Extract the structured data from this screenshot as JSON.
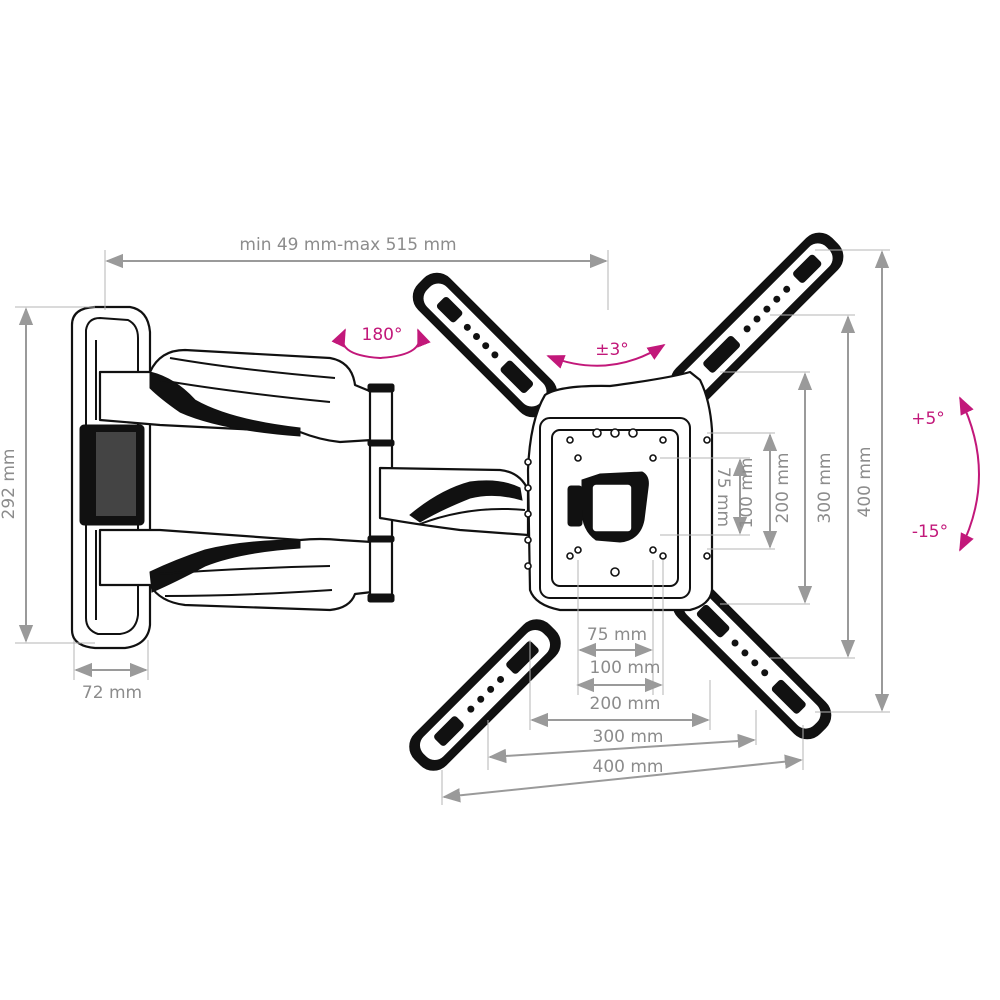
{
  "dimensions": {
    "extension": "min 49 mm-max 515 mm",
    "height": "292 mm",
    "depth": "72 mm",
    "h75": "75 mm",
    "h100": "100 mm",
    "h200": "200 mm",
    "h300": "300 mm",
    "h400": "400 mm",
    "v75": "75 mm",
    "v100": "100 mm",
    "v200": "200 mm",
    "v300": "300 mm",
    "v400": "400 mm"
  },
  "motion": {
    "swivel": "180°",
    "rotation": "±3°",
    "tilt_up": "+5°",
    "tilt_down": "-15°"
  },
  "colors": {
    "accent": "#c2187a",
    "dimension_line": "#9a9a9a",
    "ink": "#111111"
  }
}
